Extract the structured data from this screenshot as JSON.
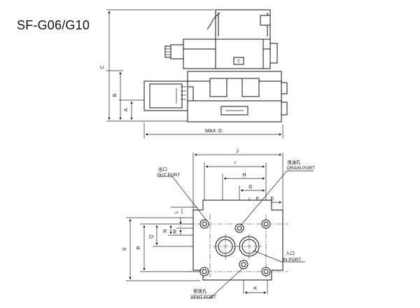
{
  "title": "SF-G06/G10",
  "side_view": {
    "dims": {
      "A": "A",
      "B": "B",
      "C": "C",
      "max_d": "MAX. D"
    },
    "plate_label": "T"
  },
  "top_view": {
    "dims": {
      "J": "J",
      "I": "I",
      "H": "H",
      "G": "G",
      "F": "F",
      "E": "E",
      "K": "K",
      "L": "L",
      "M": "M",
      "N": "N",
      "Q": "Q",
      "R": "R",
      "S": "S"
    },
    "ports": {
      "out_cn": "出口",
      "out_en": "OUT PORT",
      "drain_cn": "洩油孔",
      "drain_en": "DRAIN PORT",
      "in_cn": "入口",
      "in_en": "IN PORT",
      "vent_cn": "排放孔",
      "vent_en": "VENT PORT"
    }
  }
}
